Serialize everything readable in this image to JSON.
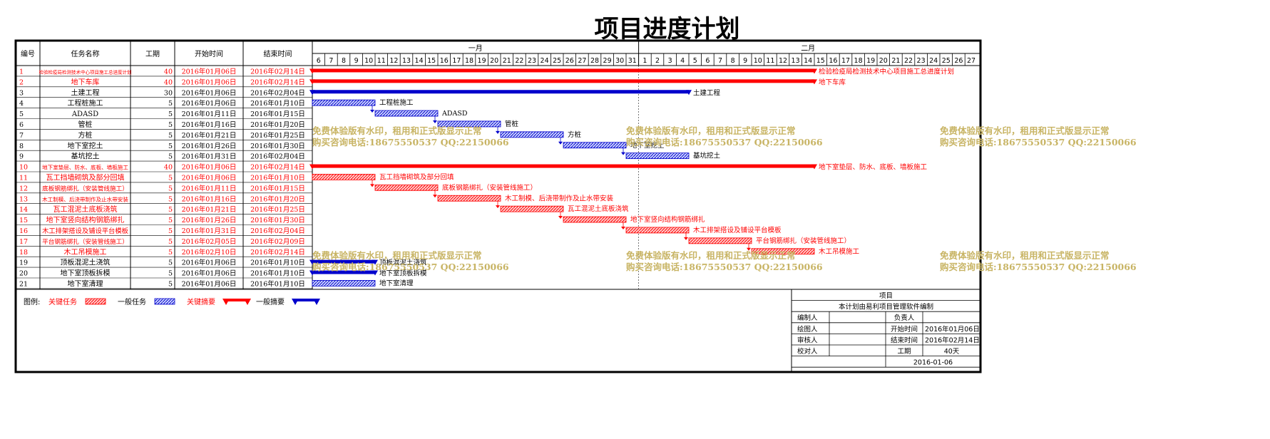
{
  "title": "项目进度计划",
  "headers": {
    "id": "编号",
    "name": "任务名称",
    "duration": "工期",
    "start": "开始时间",
    "end": "结束时间"
  },
  "months": [
    {
      "label": "一月",
      "days": [
        "6",
        "7",
        "8",
        "9",
        "10",
        "11",
        "12",
        "13",
        "14",
        "15",
        "16",
        "17",
        "18",
        "19",
        "20",
        "21",
        "22",
        "23",
        "24",
        "25",
        "26",
        "27",
        "28",
        "29",
        "30",
        "31"
      ]
    },
    {
      "label": "二月",
      "days": [
        "1",
        "2",
        "3",
        "4",
        "5",
        "6",
        "7",
        "8",
        "9",
        "10",
        "11",
        "12",
        "13",
        "14",
        "15",
        "16",
        "17",
        "18",
        "19",
        "20",
        "21",
        "22",
        "23",
        "24",
        "25",
        "26",
        "27"
      ]
    }
  ],
  "colors": {
    "critical": "#ff0000",
    "normal": "#0000cc",
    "taskText": "#000000",
    "watermark": "#c8b464"
  },
  "tasks": [
    {
      "id": "1",
      "name": "检验检疫局检测技术中心项目施工总进度计划",
      "dur": "40",
      "start": "2016年01月06日",
      "end": "2016年02月14日",
      "s": 0,
      "e": 39,
      "kind": "summary",
      "critical": true,
      "label": "检验检疫局检测技术中心项目施工总进度计划"
    },
    {
      "id": "2",
      "name": "地下车库",
      "dur": "40",
      "start": "2016年01月06日",
      "end": "2016年02月14日",
      "s": 0,
      "e": 39,
      "kind": "summary",
      "critical": true,
      "label": "地下车库"
    },
    {
      "id": "3",
      "name": "土建工程",
      "dur": "30",
      "start": "2016年01月06日",
      "end": "2016年02月04日",
      "s": 0,
      "e": 29,
      "kind": "summary",
      "critical": false,
      "label": "土建工程"
    },
    {
      "id": "4",
      "name": "工程桩施工",
      "dur": "5",
      "start": "2016年01月06日",
      "end": "2016年01月10日",
      "s": 0,
      "e": 4,
      "kind": "task",
      "critical": false,
      "label": "工程桩施工"
    },
    {
      "id": "5",
      "name": "ADASD",
      "dur": "5",
      "start": "2016年01月11日",
      "end": "2016年01月15日",
      "s": 5,
      "e": 9,
      "kind": "task",
      "critical": false,
      "label": "ADASD"
    },
    {
      "id": "6",
      "name": "管桩",
      "dur": "5",
      "start": "2016年01月16日",
      "end": "2016年01月20日",
      "s": 10,
      "e": 14,
      "kind": "task",
      "critical": false,
      "label": "管桩"
    },
    {
      "id": "7",
      "name": "方桩",
      "dur": "5",
      "start": "2016年01月21日",
      "end": "2016年01月25日",
      "s": 15,
      "e": 19,
      "kind": "task",
      "critical": false,
      "label": "方桩"
    },
    {
      "id": "8",
      "name": "地下室挖土",
      "dur": "5",
      "start": "2016年01月26日",
      "end": "2016年01月30日",
      "s": 20,
      "e": 24,
      "kind": "task",
      "critical": false,
      "label": "地下室挖土"
    },
    {
      "id": "9",
      "name": "基坑挖土",
      "dur": "5",
      "start": "2016年01月31日",
      "end": "2016年02月04日",
      "s": 25,
      "e": 29,
      "kind": "task",
      "critical": false,
      "label": "基坑挖土"
    },
    {
      "id": "10",
      "name": "地下室垫层、防水、底板、墙板施工",
      "dur": "40",
      "start": "2016年01月06日",
      "end": "2016年02月14日",
      "s": 0,
      "e": 39,
      "kind": "summary",
      "critical": true,
      "label": "地下室垫层、防水、底板、墙板施工"
    },
    {
      "id": "11",
      "name": "瓦工挡墙砌筑及部分回填",
      "dur": "5",
      "start": "2016年01月06日",
      "end": "2016年01月10日",
      "s": 0,
      "e": 4,
      "kind": "task",
      "critical": true,
      "label": "瓦工挡墙砌筑及部分回填"
    },
    {
      "id": "12",
      "name": "底板钢筋绑扎（安装管线施工）",
      "dur": "5",
      "start": "2016年01月11日",
      "end": "2016年01月15日",
      "s": 5,
      "e": 9,
      "kind": "task",
      "critical": true,
      "label": "底板钢筋绑扎（安装管线施工）"
    },
    {
      "id": "13",
      "name": "木工制模、后浇带制作及止水带安装",
      "dur": "5",
      "start": "2016年01月16日",
      "end": "2016年01月20日",
      "s": 10,
      "e": 14,
      "kind": "task",
      "critical": true,
      "label": "木工制模、后浇带制作及止水带安装"
    },
    {
      "id": "14",
      "name": "瓦工混泥土底板浇筑",
      "dur": "5",
      "start": "2016年01月21日",
      "end": "2016年01月25日",
      "s": 15,
      "e": 19,
      "kind": "task",
      "critical": true,
      "label": "瓦工混泥土底板浇筑"
    },
    {
      "id": "15",
      "name": "地下室竖向结构钢筋绑扎",
      "dur": "5",
      "start": "2016年01月26日",
      "end": "2016年01月30日",
      "s": 20,
      "e": 24,
      "kind": "task",
      "critical": true,
      "label": "地下室竖向结构钢筋绑扎"
    },
    {
      "id": "16",
      "name": "木工排架搭设及铺设平台模板",
      "dur": "5",
      "start": "2016年01月31日",
      "end": "2016年02月04日",
      "s": 25,
      "e": 29,
      "kind": "task",
      "critical": true,
      "label": "木工排架搭设及铺设平台模板"
    },
    {
      "id": "17",
      "name": "平台钢筋绑扎（安装管线施工）",
      "dur": "5",
      "start": "2016年02月05日",
      "end": "2016年02月09日",
      "s": 30,
      "e": 34,
      "kind": "task",
      "critical": true,
      "label": "平台钢筋绑扎（安装管线施工）"
    },
    {
      "id": "18",
      "name": "木工吊模施工",
      "dur": "5",
      "start": "2016年02月10日",
      "end": "2016年02月14日",
      "s": 35,
      "e": 39,
      "kind": "task",
      "critical": true,
      "label": "木工吊模施工"
    },
    {
      "id": "19",
      "name": "顶板混泥土浇筑",
      "dur": "5",
      "start": "2016年01月06日",
      "end": "2016年01月10日",
      "s": 0,
      "e": 4,
      "kind": "summary",
      "critical": false,
      "label": "顶板混泥土浇筑"
    },
    {
      "id": "20",
      "name": "地下室顶板拆模",
      "dur": "5",
      "start": "2016年01月06日",
      "end": "2016年01月10日",
      "s": 0,
      "e": 4,
      "kind": "summary",
      "critical": false,
      "label": "地下室顶板拆模"
    },
    {
      "id": "21",
      "name": "地下室清理",
      "dur": "5",
      "start": "2016年01月06日",
      "end": "2016年01月10日",
      "s": 0,
      "e": 4,
      "kind": "task",
      "critical": false,
      "label": "地下室清理"
    }
  ],
  "legend": {
    "prefix": "图例:",
    "items": [
      {
        "label": "关键任务",
        "style": "critical-task"
      },
      {
        "label": "一般任务",
        "style": "normal-task"
      },
      {
        "label": "关键摘要",
        "style": "critical-summary"
      },
      {
        "label": "一般摘要",
        "style": "normal-summary"
      }
    ]
  },
  "info": {
    "project_label": "项目",
    "note": "本计划由易利项目管理软件编制",
    "editor_label": "编制人",
    "owner_label": "负责人",
    "drawer_label": "绘图人",
    "start_label": "开始时间",
    "start_value": "2016年01月06日",
    "reviewer_label": "审核人",
    "end_label": "结束时间",
    "end_value": "2016年02月14日",
    "checker_label": "校对人",
    "dur_label": "工期",
    "dur_value": "40天",
    "date": "2016-01-06"
  },
  "watermark": {
    "line1": "免费体验版有水印，租用和正式版显示正常",
    "line2": "购买咨询电话:18675550537 QQ:22150066"
  }
}
